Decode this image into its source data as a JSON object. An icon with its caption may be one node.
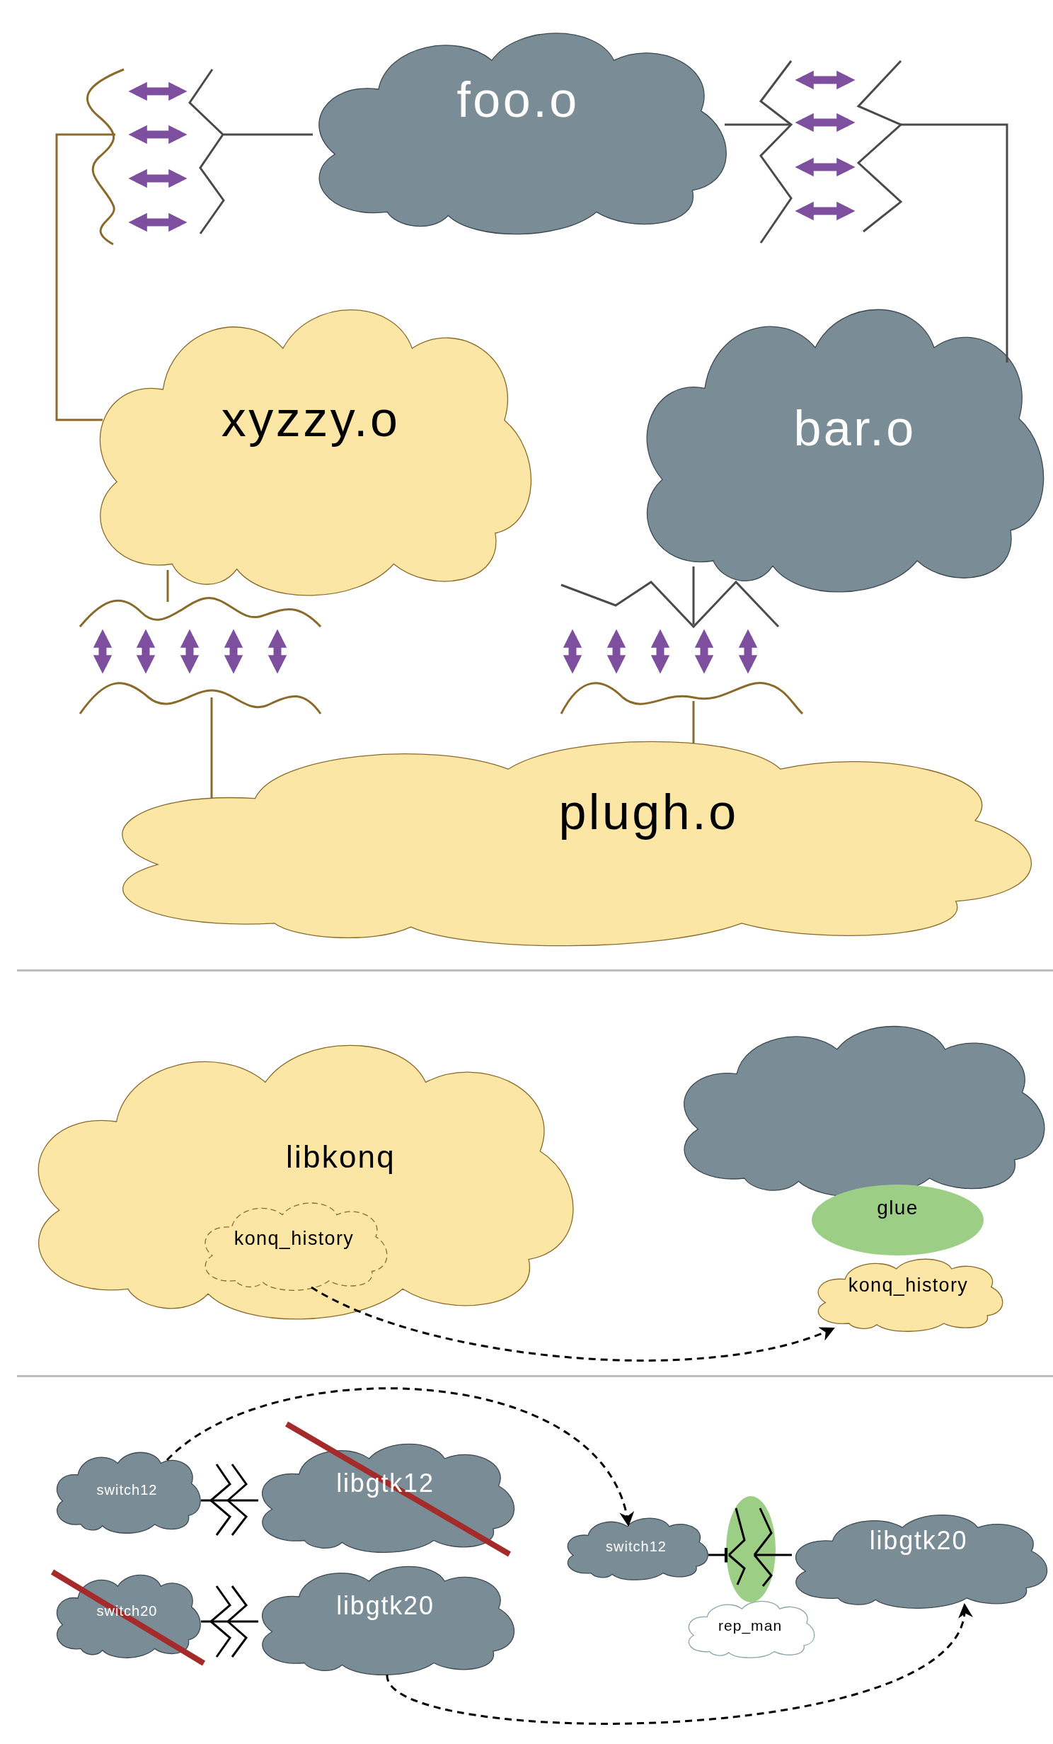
{
  "diagram": {
    "nodes": [
      {
        "text": [
          "foo.o"
        ]
      },
      {
        "text": [
          "xyzzy.o"
        ]
      },
      {
        "text": [
          "bar.o"
        ]
      },
      {
        "text": [
          "plugh.o"
        ]
      },
      {
        "text": [
          "libkonq"
        ]
      },
      {
        "text": [
          "konq_history"
        ],
        "in": 4
      },
      {
        "text": [],
        "shape": "cloud"
      },
      {
        "text": [
          "glue"
        ]
      },
      {
        "text": [
          "konq_history"
        ]
      },
      {
        "text": [
          "switch12"
        ]
      },
      {
        "text": [
          "libgtk12"
        ]
      },
      {
        "text": [
          "switch20"
        ]
      },
      {
        "text": [
          "libgtk20"
        ]
      },
      {
        "text": [
          "switch12"
        ]
      },
      {
        "text": [],
        "shape": "ellipse"
      },
      {
        "text": [
          "rep_man"
        ]
      },
      {
        "text": [
          "libgtk20"
        ]
      },
      {
        "text": [],
        "shape": "zigzag"
      },
      {
        "text": [],
        "shape": "wave"
      },
      {
        "text": [],
        "shape": "zigzag"
      },
      {
        "text": [],
        "shape": "zigzag"
      },
      {
        "text": [],
        "shape": "wave"
      },
      {
        "text": [],
        "shape": "wave"
      },
      {
        "text": [],
        "shape": "zigzag"
      },
      {
        "text": [],
        "shape": "wave"
      }
    ],
    "edges": [
      {
        "from": 0,
        "to": 17,
        "arrow": "none",
        "color": "#4a4a4a"
      },
      {
        "from": 18,
        "to": 1,
        "arrow": "none",
        "color": "#8a6a2a"
      },
      {
        "from": 17,
        "to": 18,
        "arrow": "both"
      },
      {
        "from": 17,
        "to": 18,
        "arrow": "both"
      },
      {
        "from": 17,
        "to": 18,
        "arrow": "both"
      },
      {
        "from": 17,
        "to": 18,
        "arrow": "both"
      },
      {
        "from": 0,
        "to": 19,
        "arrow": "none",
        "color": "#4a4a4a"
      },
      {
        "from": 19,
        "to": 20,
        "arrow": "both"
      },
      {
        "from": 19,
        "to": 20,
        "arrow": "both"
      },
      {
        "from": 19,
        "to": 20,
        "arrow": "both"
      },
      {
        "from": 19,
        "to": 20,
        "arrow": "both"
      },
      {
        "from": 20,
        "to": 2,
        "arrow": "none",
        "color": "#4a4a4a"
      },
      {
        "from": 1,
        "to": 21,
        "arrow": "none",
        "color": "#8a6a2a"
      },
      {
        "from": 21,
        "to": 22,
        "arrow": "both"
      },
      {
        "from": 21,
        "to": 22,
        "arrow": "both"
      },
      {
        "from": 21,
        "to": 22,
        "arrow": "both"
      },
      {
        "from": 21,
        "to": 22,
        "arrow": "both"
      },
      {
        "from": 21,
        "to": 22,
        "arrow": "both"
      },
      {
        "from": 22,
        "to": 3,
        "arrow": "none",
        "color": "#8a6a2a"
      },
      {
        "from": 2,
        "to": 23,
        "arrow": "none",
        "color": "#4a4a4a"
      },
      {
        "from": 23,
        "to": 24,
        "arrow": "both"
      },
      {
        "from": 23,
        "to": 24,
        "arrow": "both"
      },
      {
        "from": 23,
        "to": 24,
        "arrow": "both"
      },
      {
        "from": 23,
        "to": 24,
        "arrow": "both"
      },
      {
        "from": 23,
        "to": 24,
        "arrow": "both"
      },
      {
        "from": 24,
        "to": 3,
        "arrow": "none",
        "color": "#8a6a2a"
      },
      {
        "from": 5,
        "to": 8,
        "arrow": "to",
        "style": "dashed",
        "color": "#000000"
      },
      {
        "from": 9,
        "to": 10,
        "arrow": "none",
        "color": "#000000"
      },
      {
        "from": 11,
        "to": 12,
        "arrow": "none",
        "color": "#000000"
      },
      {
        "from": 9,
        "to": 13,
        "arrow": "to",
        "style": "dashed",
        "color": "#000000"
      },
      {
        "from": 13,
        "to": 14,
        "arrow": "other",
        "color": "#000000"
      },
      {
        "from": 12,
        "to": 16,
        "arrow": "to",
        "style": "dashed",
        "color": "#000000"
      },
      {
        "from": 14,
        "to": 16,
        "arrow": "none",
        "color": "#000000"
      }
    ]
  }
}
